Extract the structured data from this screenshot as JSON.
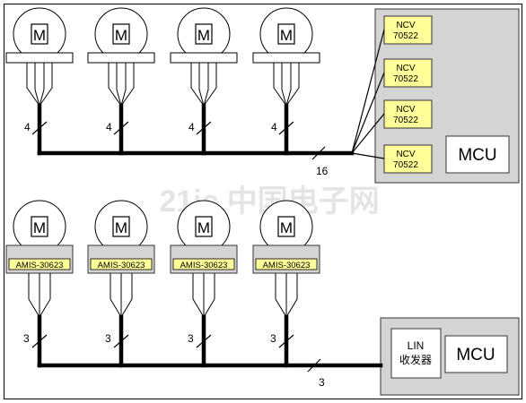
{
  "motor_label": "M",
  "top_system": {
    "driver_chips": [
      {
        "line1": "NCV",
        "line2": "70522"
      },
      {
        "line1": "NCV",
        "line2": "70522"
      },
      {
        "line1": "NCV",
        "line2": "70522"
      },
      {
        "line1": "NCV",
        "line2": "70522"
      }
    ],
    "mcu_label": "MCU",
    "wire_counts": [
      "4",
      "4",
      "4",
      "4"
    ],
    "bus_count": "16"
  },
  "bottom_system": {
    "driver_chips": [
      "AMIS-30623",
      "AMIS-30623",
      "AMIS-30623",
      "AMIS-30623"
    ],
    "lin_line1": "LIN",
    "lin_line2": "收发器",
    "mcu_label": "MCU",
    "wire_counts": [
      "3",
      "3",
      "3",
      "3"
    ],
    "bus_count": "3"
  },
  "watermark": "21ic 中国电子网"
}
